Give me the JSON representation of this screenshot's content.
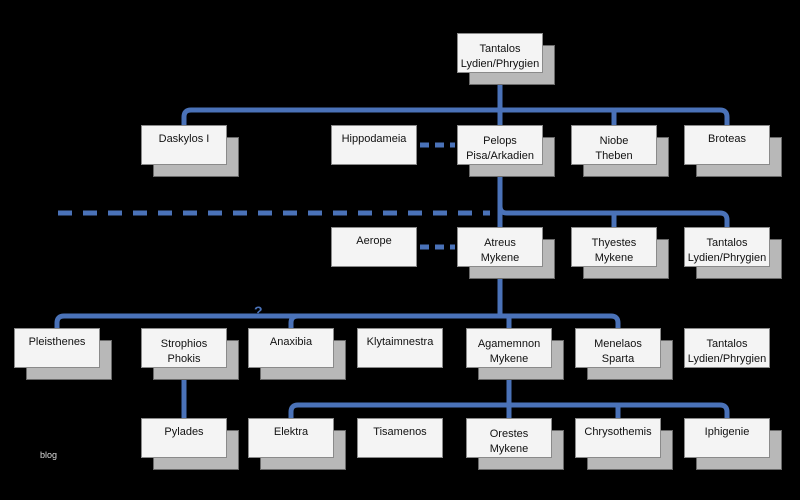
{
  "corner_text": "blog",
  "question_mark": "?",
  "colors": {
    "line": "#4a72b8",
    "node_fill": "#f4f4f4",
    "shadow": "#b8b8b8",
    "background": "#000000"
  },
  "nodes": [
    {
      "id": "tantalos-top",
      "lines": [
        "Tantalos",
        "Lydien/Phrygien"
      ]
    },
    {
      "id": "daskylos",
      "lines": [
        "Daskylos I"
      ]
    },
    {
      "id": "hippodameia",
      "lines": [
        "Hippodameia"
      ]
    },
    {
      "id": "pelops",
      "lines": [
        "Pelops",
        "Pisa/Arkadien"
      ]
    },
    {
      "id": "niobe",
      "lines": [
        "Niobe",
        "Theben"
      ]
    },
    {
      "id": "broteas",
      "lines": [
        "Broteas"
      ]
    },
    {
      "id": "aerope",
      "lines": [
        "Aerope"
      ]
    },
    {
      "id": "atreus",
      "lines": [
        "Atreus",
        "Mykene"
      ]
    },
    {
      "id": "thyestes",
      "lines": [
        "Thyestes",
        "Mykene"
      ]
    },
    {
      "id": "tantalos-mid",
      "lines": [
        "Tantalos",
        "Lydien/Phrygien"
      ]
    },
    {
      "id": "pleisthenes",
      "lines": [
        "Pleisthenes"
      ]
    },
    {
      "id": "strophios",
      "lines": [
        "Strophios",
        "Phokis"
      ]
    },
    {
      "id": "anaxibia",
      "lines": [
        "Anaxibia"
      ]
    },
    {
      "id": "klytaimnestra",
      "lines": [
        "Klytaimnestra"
      ]
    },
    {
      "id": "agamemnon",
      "lines": [
        "Agamemnon",
        "Mykene"
      ]
    },
    {
      "id": "menelaos",
      "lines": [
        "Menelaos",
        "Sparta"
      ]
    },
    {
      "id": "tantalos-low",
      "lines": [
        "Tantalos",
        "Lydien/Phrygien"
      ]
    },
    {
      "id": "pylades",
      "lines": [
        "Pylades"
      ]
    },
    {
      "id": "elektra",
      "lines": [
        "Elektra"
      ]
    },
    {
      "id": "tisamenos",
      "lines": [
        "Tisamenos"
      ]
    },
    {
      "id": "orestes",
      "lines": [
        "Orestes",
        "Mykene"
      ]
    },
    {
      "id": "chrysothemis",
      "lines": [
        "Chrysothemis"
      ]
    },
    {
      "id": "iphigenie",
      "lines": [
        "Iphigenie"
      ]
    }
  ]
}
